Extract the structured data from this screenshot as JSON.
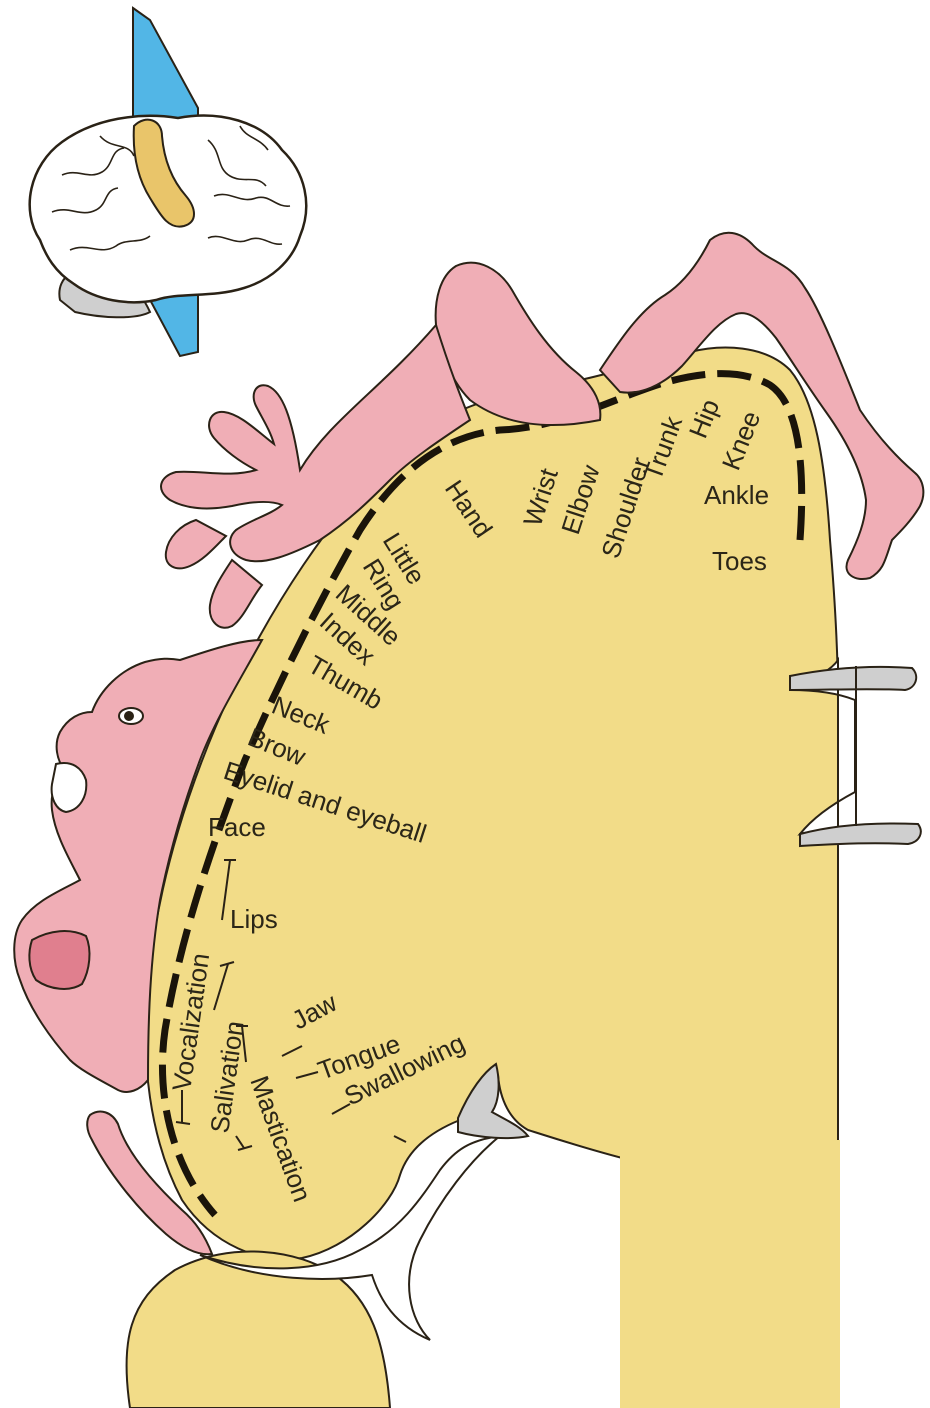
{
  "colors": {
    "cortex": "#f2dc88",
    "homunculus": "#f0aeb6",
    "outline": "#2a2216",
    "plane": "#52b6e6",
    "gyrus_highlight": "#e9c56a",
    "background": "#ffffff"
  },
  "labels": {
    "hip": "Hip",
    "knee": "Knee",
    "ankle": "Ankle",
    "toes": "Toes",
    "trunk": "Trunk",
    "shoulder": "Shoulder",
    "elbow": "Elbow",
    "wrist": "Wrist",
    "hand": "Hand",
    "little": "Little",
    "ring": "Ring",
    "middle": "Middle",
    "index": "Index",
    "thumb": "Thumb",
    "neck": "Neck",
    "brow": "Brow",
    "eyelid_eyeball": "Eyelid and eyeball",
    "face": "Face",
    "lips": "Lips",
    "vocalization": "Vocalization",
    "salivation": "Salivation",
    "jaw": "Jaw",
    "tongue": "Tongue",
    "swallowing": "Swallowing",
    "mastication": "Mastication"
  },
  "icons": {
    "brain": "brain-icon",
    "plane": "section-plane-icon"
  }
}
